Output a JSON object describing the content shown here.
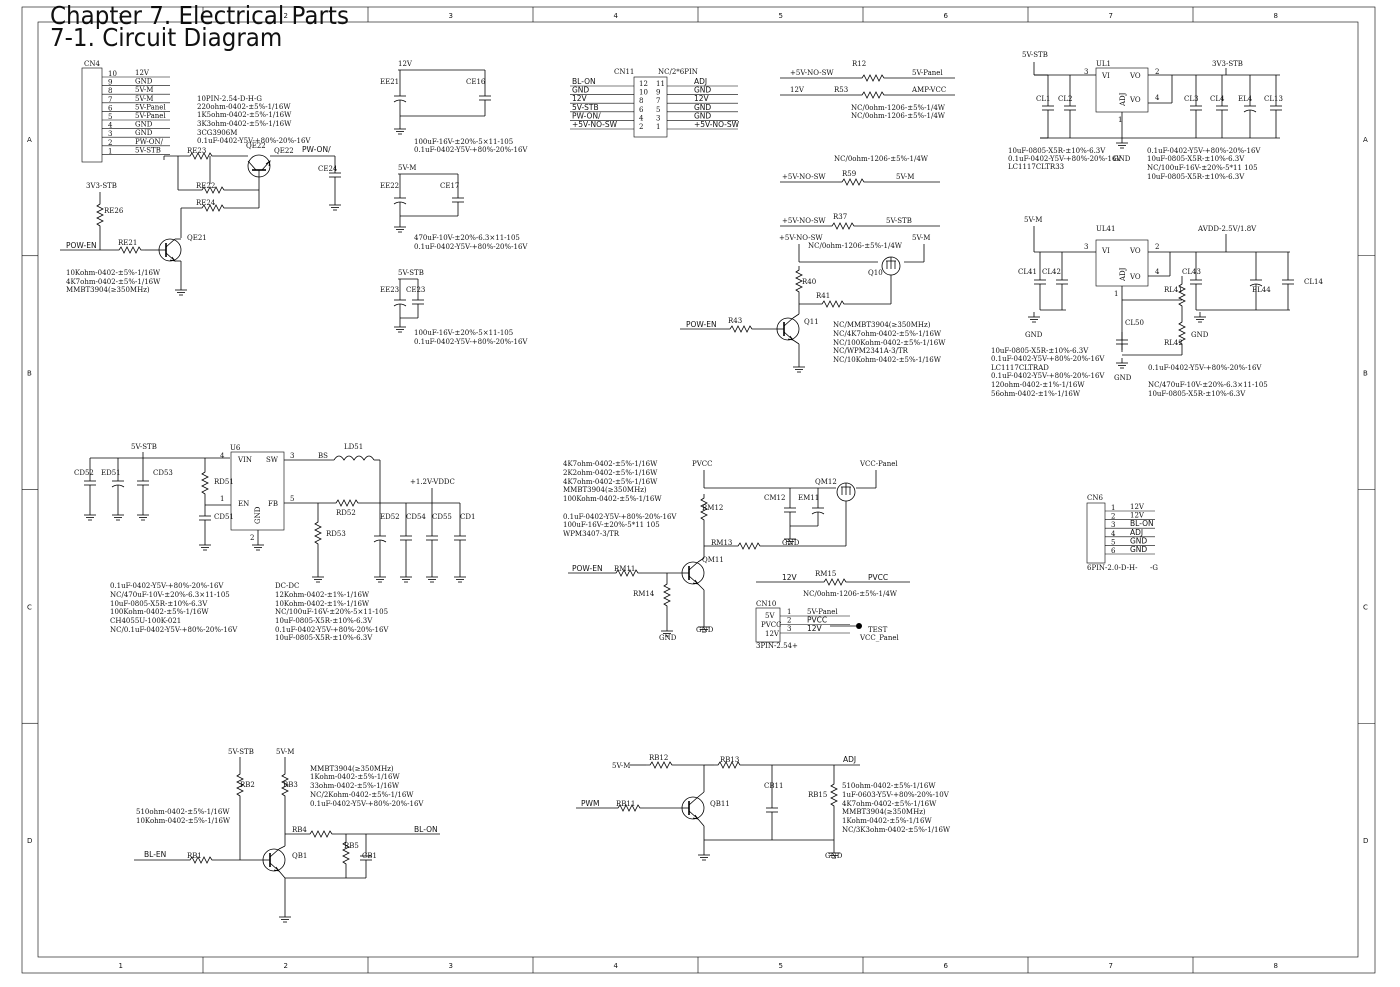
{
  "header": {
    "chapter": "Chapter 7. Electrical Parts",
    "section": "7-1. Circuit Diagram"
  },
  "frame": {
    "cols": [
      "1",
      "2",
      "3",
      "4",
      "5",
      "6",
      "7",
      "8"
    ],
    "rows": [
      "A",
      "B",
      "C",
      "D"
    ]
  },
  "cn4": {
    "ref": "CN4",
    "pins": [
      "10",
      "9",
      "8",
      "7",
      "6",
      "5",
      "4",
      "3",
      "2",
      "1"
    ],
    "nets": [
      "12V",
      "GND",
      "5V-M",
      "5V-M",
      "5V-Panel",
      "5V-Panel",
      "GND",
      "GND",
      "PW-ON/",
      "5V-STB"
    ],
    "notes": [
      "10PIN-2.54-D-H-G",
      "220ohm-0402-±5%-1/16W",
      "1K5ohm-0402-±5%-1/16W",
      "3K3ohm-0402-±5%-1/16W",
      "3CG3906M",
      "0.1uF-0402-Y5V-+80%-20%-16V"
    ],
    "parts": {
      "re23": "RE23",
      "qe22": "QE22",
      "re22": "RE22",
      "re24": "RE24",
      "ce24": "CE24",
      "pwon": "PW-ON/",
      "v33": "3V3-STB",
      "re26": "RE26",
      "powen": "POW-EN",
      "re21": "RE21",
      "qe21": "QE21"
    },
    "notes2": [
      "10Kohm-0402-±5%-1/16W",
      "4K7ohm-0402-±5%-1/16W",
      "MMBT3904(≥350MHz)"
    ]
  },
  "caps12": {
    "a": {
      "net": "12V",
      "p1": "EE21",
      "p2": "CE16",
      "notes": [
        "100uF-16V-±20%-5×11-105",
        "0.1uF-0402-Y5V-+80%-20%-16V"
      ]
    },
    "b": {
      "net": "5V-M",
      "p1": "EE22",
      "p2": "CE17",
      "notes": [
        "470uF-10V-±20%-6.3×11-105",
        "0.1uF-0402-Y5V-+80%-20%-16V"
      ]
    },
    "c": {
      "net": "5V-STB",
      "p1": "EE23",
      "p2": "CE23",
      "notes": [
        "100uF-16V-±20%-5×11-105",
        "0.1uF-0402-Y5V-+80%-20%-16V"
      ]
    }
  },
  "cn11": {
    "ref": "CN11",
    "type": "NC/2*6PIN",
    "left": [
      "BL-ON",
      "GND",
      "12V",
      "5V-STB",
      "PW-ON/",
      "+5V-NO-SW"
    ],
    "right": [
      "ADJ",
      "GND",
      "12V",
      "GND",
      "GND",
      "+5V-NO-SW"
    ],
    "pl": [
      "12",
      "10",
      "8",
      "6",
      "4",
      "2"
    ],
    "pr": [
      "11",
      "9",
      "7",
      "5",
      "3",
      "1"
    ]
  },
  "r12blk": {
    "r12": "R12",
    "r53": "R53",
    "in1": "+5V-NO-SW",
    "out1": "5V-Panel",
    "in2": "12V",
    "out2": "AMP-VCC",
    "notes": [
      "NC/0ohm-1206-±5%-1/4W",
      "NC/0ohm-1206-±5%-1/4W"
    ]
  },
  "r59blk": {
    "note": "NC/0ohm-1206-±5%-1/4W",
    "in": "+5V-NO-SW",
    "r": "R59",
    "out": "5V-M"
  },
  "q11blk": {
    "in": "+5V-NO-SW",
    "r37": "R37",
    "out": "5V-STB",
    "in2": "+5V-NO-SW",
    "note": "NC/0ohm-1206-±5%-1/4W",
    "v5m": "5V-M",
    "r40": "R40",
    "r41": "R41",
    "q10": "Q10",
    "powen": "POW-EN",
    "r43": "R43",
    "q11": "Q11",
    "notes": [
      "NC/MMBT3904(≥350MHz)",
      "NC/4K7ohm-0402-±5%-1/16W",
      "NC/100Kohm-0402-±5%-1/16W",
      "NC/WPM2341A-3/TR",
      "NC/10Kohm-0402-±5%-1/16W"
    ]
  },
  "ul1": {
    "in": "5V-STB",
    "ref": "UL1",
    "out": "3V3-STB",
    "vi": "VI",
    "vo": "VO",
    "adj": "ADJ",
    "p3": "3",
    "p2": "2",
    "p4": "4",
    "p1": "1",
    "caps": [
      "CL1",
      "CL2",
      "CL3",
      "CL4",
      "EL4",
      "CL13"
    ],
    "gnd": "GND",
    "notes1": [
      "10uF-0805-X5R-±10%-6.3V",
      "0.1uF-0402-Y5V-+80%-20%-16V",
      "LC1117CLTR33"
    ],
    "notes2": [
      "0.1uF-0402-Y5V-+80%-20%-16V",
      "10uF-0805-X5R-±10%-6.3V",
      "NC/100uF-16V-±20%-5*11 105",
      "10uF-0805-X5R-±10%-6.3V"
    ]
  },
  "ul41": {
    "in": "5V-M",
    "ref": "UL41",
    "out": "AVDD-2.5V/1.8V",
    "vi": "VI",
    "vo": "VO",
    "adj": "ADJ",
    "p3": "3",
    "p2": "2",
    "p4": "4",
    "p1": "1",
    "caps": [
      "CL41",
      "CL42",
      "CL43",
      "EL44",
      "CL14",
      "CL50"
    ],
    "rl41": "RL41",
    "rl42": "RL42",
    "gnd": "GND",
    "notes1": [
      "10uF-0805-X5R-±10%-6.3V",
      "0.1uF-0402-Y5V-+80%-20%-16V",
      "LC1117CLTRAD",
      "0.1uF-0402-Y5V-+80%-20%-16V",
      "120ohm-0402-±1%-1/16W",
      "56ohm-0402-±1%-1/16W"
    ],
    "notes2": [
      "0.1uF-0402-Y5V-+80%-20%-16V",
      "NC/470uF-10V-±20%-6.3×11-105",
      "10uF-0805-X5R-±10%-6.3V"
    ]
  },
  "dcdc": {
    "in": "5V-STB",
    "caps": [
      "CD52",
      "ED51",
      "CD53"
    ],
    "ref": "U6",
    "vin": "VIN",
    "sw": "SW",
    "en": "EN",
    "fb": "FB",
    "gnd": "GND",
    "p4": "4",
    "p3": "3",
    "p1": "1",
    "p5": "5",
    "p2": "2",
    "rd51": "RD51",
    "cd51": "CD51",
    "bs": "BS",
    "ld51": "LD51",
    "rd52": "RD52",
    "rd53": "RD53",
    "out": "+1.2V-VDDC",
    "ocaps": [
      "ED52",
      "CD54",
      "CD55",
      "CD1"
    ],
    "notes1": [
      "0.1uF-0402-Y5V-+80%-20%-16V",
      "NC/470uF-10V-±20%-6.3×11-105",
      "10uF-0805-X5R-±10%-6.3V",
      "100Kohm-0402-±5%-1/16W",
      "CH4055U-100K-021",
      "NC/0.1uF-0402-Y5V-+80%-20%-16V"
    ],
    "notes2": [
      "DC-DC",
      "12Kohm-0402-±1%-1/16W",
      "10Kohm-0402-±1%-1/16W",
      "NC/100uF-16V-±20%-5×11-105",
      "10uF-0805-X5R-±10%-6.3V",
      "0.1uF-0402-Y5V-+80%-20%-16V",
      "10uF-0805-X5R-±10%-6.3V"
    ]
  },
  "pvcc": {
    "notes": [
      "4K7ohm-0402-±5%-1/16W",
      "2K2ohm-0402-±5%-1/16W",
      "4K7ohm-0402-±5%-1/16W",
      "MMBT3904(≥350MHz)",
      "100Kohm-0402-±5%-1/16W",
      "0.1uF-0402-Y5V-+80%-20%-16V",
      "100uF-16V-±20%-5*11 105",
      "WPM3407-3/TR"
    ],
    "pvcc": "PVCC",
    "vccp": "VCC-Panel",
    "cm12": "CM12",
    "em11": "EM11",
    "qm12": "QM12",
    "rm12": "RM12",
    "rm13": "RM13",
    "gnd": "GND",
    "powen": "POW-EN",
    "rm11": "RM11",
    "qm11": "QM11",
    "rm14": "RM14",
    "v12": "12V",
    "rm15": "RM15",
    "pv2": "PVCC",
    "rm15n": "NC/0ohm-1206-±5%-1/4W",
    "cn10": "CN10",
    "cn10p": [
      "1",
      "2",
      "3"
    ],
    "cn10l": [
      "5V",
      "PVCC",
      "12V"
    ],
    "cn10n": [
      "5V-Panel",
      "PVCC",
      "12V"
    ],
    "cn10t": "3PIN-2.54+",
    "test": "TEST",
    "testn": "VCC_Panel"
  },
  "cn6": {
    "ref": "CN6",
    "pins": [
      "1",
      "2",
      "3",
      "4",
      "5",
      "6"
    ],
    "nets": [
      "12V",
      "12V",
      "BL-ON",
      "ADJ",
      "GND",
      "GND"
    ],
    "type": "6PIN-2.0-D-H-",
    "g": "-G"
  },
  "blon": {
    "v5stb": "5V-STB",
    "v5m": "5V-M",
    "rb2": "RB2",
    "rb3": "RB3",
    "rb4": "RB4",
    "blon": "BL-ON",
    "rb5": "RB5",
    "cb1": "CB1",
    "blen": "BL-EN",
    "rb1": "RB1",
    "qb1": "QB1",
    "notes1": [
      "510ohm-0402-±5%-1/16W",
      "10Kohm-0402-±5%-1/16W"
    ],
    "notes2": [
      "MMBT3904(≥350MHz)",
      "1Kohm-0402-±5%-1/16W",
      "33ohm-0402-±5%-1/16W",
      "NC/2Kohm-0402-±5%-1/16W",
      "0.1uF-0402-Y5V-+80%-20%-16V"
    ]
  },
  "pwm": {
    "v5m": "5V-M",
    "rb12": "RB12",
    "rb13": "RB13",
    "adj": "ADJ",
    "cb11": "CB11",
    "rb15": "RB15",
    "gnd": "GND",
    "pwm": "PWM",
    "rb11": "RB11",
    "qb11": "QB11",
    "notes": [
      "510ohm-0402-±5%-1/16W",
      "1uF-0603-Y5V-+80%-20%-10V",
      "4K7ohm-0402-±5%-1/16W",
      "MMBT3904(≥350MHz)",
      "1Kohm-0402-±5%-1/16W",
      "NC/3K3ohm-0402-±5%-1/16W"
    ]
  }
}
